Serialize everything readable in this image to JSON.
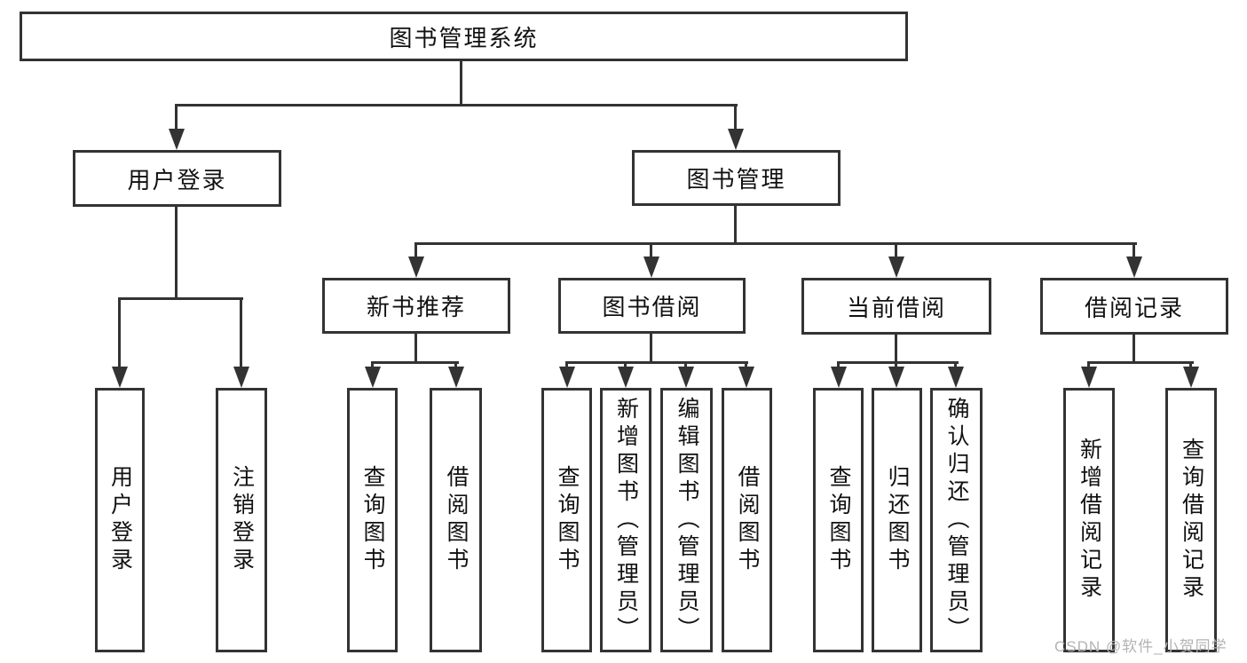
{
  "diagram": {
    "root": "图书管理系统",
    "level2": {
      "user_login": "用户登录",
      "book_mgmt": "图书管理"
    },
    "level3": {
      "new_book": "新书推荐",
      "book_borrow": "图书借阅",
      "current_borrow": "当前借阅",
      "borrow_record": "借阅记录"
    },
    "leaves": {
      "user_login": [
        "用户登录",
        "注销登录"
      ],
      "new_book": [
        "查询图书",
        "借阅图书"
      ],
      "book_borrow": [
        "查询图书",
        "新增图书（管理员）",
        "编辑图书（管理员）",
        "借阅图书"
      ],
      "current_borrow": [
        "查询图书",
        "归还图书",
        "确认归还（管理员）"
      ],
      "borrow_record": [
        "新增借阅记录",
        "查询借阅记录"
      ]
    },
    "watermark": "CSDN @软件_小贺同学",
    "colors": {
      "line": "#333333",
      "text": "#111111",
      "background": "#ffffff",
      "watermark": "#b3b3b3"
    }
  }
}
